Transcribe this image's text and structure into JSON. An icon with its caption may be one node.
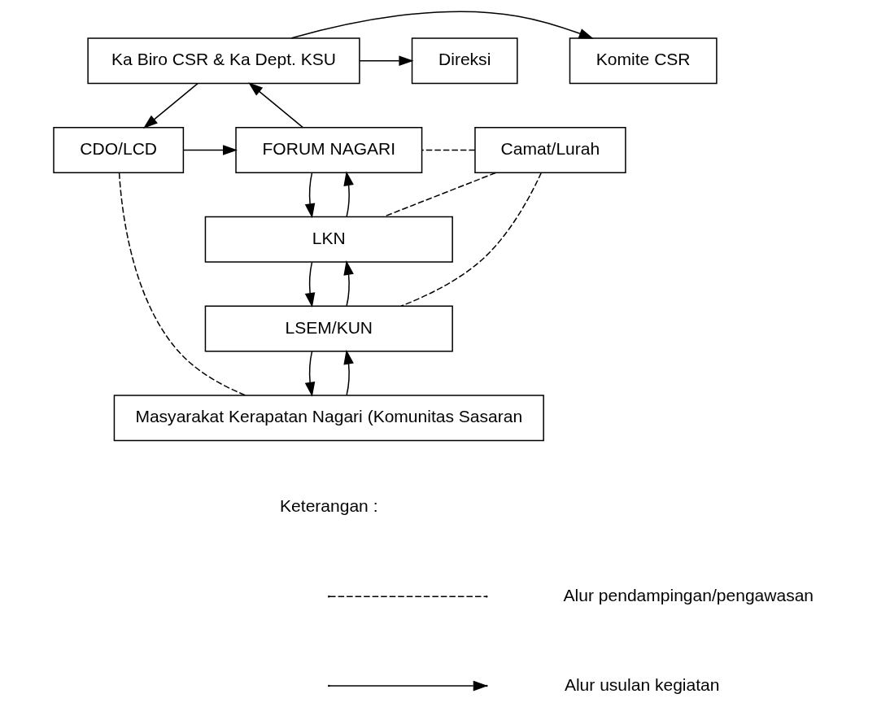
{
  "diagram": {
    "nodes": [
      {
        "text": [
          "Komite CSR"
        ]
      },
      {
        "text": [
          "Ka Biro CSR & Ka Dept. KSU"
        ]
      },
      {
        "text": [
          "Direksi"
        ]
      },
      {
        "text": [
          "Camat/Lurah"
        ]
      },
      {
        "text": [
          "FORUM NAGARI"
        ]
      },
      {
        "text": [
          "CDO/LCD"
        ]
      },
      {
        "text": [
          "LKN"
        ]
      },
      {
        "text": [
          "LSEM/KUN"
        ]
      },
      {
        "text": [
          "Masyarakat Kerapatan Nagari (Komunitas Sasaran"
        ]
      }
    ],
    "edges": [
      {
        "from": 1,
        "to": 0,
        "arrow": "to"
      },
      {
        "from": 1,
        "to": 2,
        "arrow": "to"
      },
      {
        "from": 4,
        "to": 1,
        "arrow": "to"
      },
      {
        "from": 1,
        "to": 5,
        "arrow": "to"
      },
      {
        "from": 5,
        "to": 4,
        "arrow": "to"
      },
      {
        "from": 3,
        "to": 4,
        "arrow": "none",
        "style": "dashed"
      },
      {
        "from": 6,
        "to": 4,
        "arrow": "to"
      },
      {
        "from": 4,
        "to": 6,
        "arrow": "to"
      },
      {
        "from": 7,
        "to": 6,
        "arrow": "to"
      },
      {
        "from": 6,
        "to": 7,
        "arrow": "to"
      },
      {
        "from": 8,
        "to": 7,
        "arrow": "to"
      },
      {
        "from": 7,
        "to": 8,
        "arrow": "to"
      },
      {
        "from": 3,
        "to": 6,
        "arrow": "none",
        "style": "dashed"
      },
      {
        "from": 3,
        "to": 7,
        "arrow": "none",
        "style": "dashed"
      },
      {
        "from": 5,
        "to": 8,
        "arrow": "none",
        "style": "dashed"
      }
    ],
    "labels": [
      "Keterangan :"
    ],
    "legend": [
      {
        "text": "Alur pendampingan/pengawasan"
      },
      {
        "text": "Alur usulan kegiatan"
      }
    ]
  }
}
